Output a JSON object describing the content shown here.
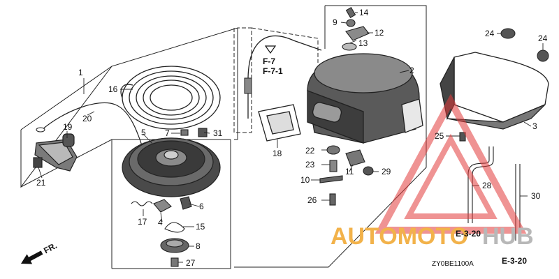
{
  "diagram": {
    "callouts": [
      "1",
      "2",
      "3",
      "4",
      "5",
      "6",
      "7",
      "8",
      "9",
      "10",
      "11",
      "12",
      "13",
      "14",
      "15",
      "16",
      "17",
      "18",
      "19",
      "20",
      "21",
      "22",
      "23",
      "24",
      "24",
      "25",
      "26",
      "27",
      "28",
      "29",
      "30",
      "31"
    ],
    "references": [
      "F-7",
      "F-7-1",
      "E-3-20",
      "E-3-20"
    ],
    "direction_label": "FR.",
    "diagram_code": "ZY0BE1100A"
  },
  "watermark": {
    "part1": "AUTOMOTO",
    "part2": "HUB",
    "color_orange": "#f2b24a",
    "color_gray": "#b8b8b8",
    "color_red": "#e23b3b"
  }
}
